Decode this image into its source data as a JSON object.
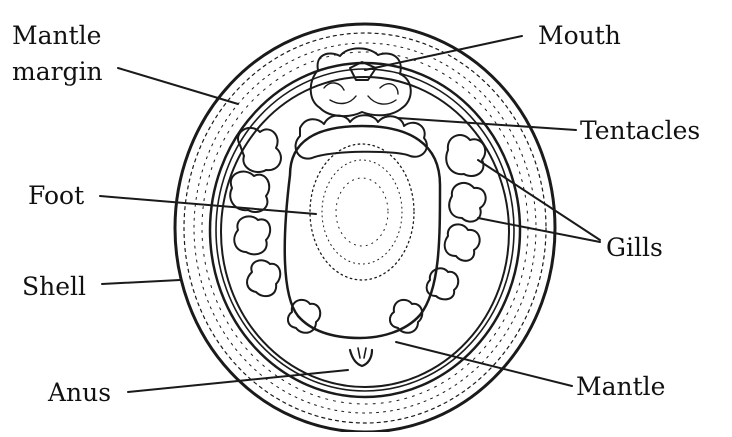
{
  "diagram": {
    "labels": {
      "mantle_margin_line1": "Mantle",
      "mantle_margin_line2": "margin",
      "mouth": "Mouth",
      "tentacles": "Tentacles",
      "foot": "Foot",
      "gills": "Gills",
      "shell": "Shell",
      "anus": "Anus",
      "mantle": "Mantle"
    },
    "colors": {
      "ink": "#1a1a1a",
      "paper": "#ffffff",
      "stipple": "#3a3a3a"
    }
  }
}
